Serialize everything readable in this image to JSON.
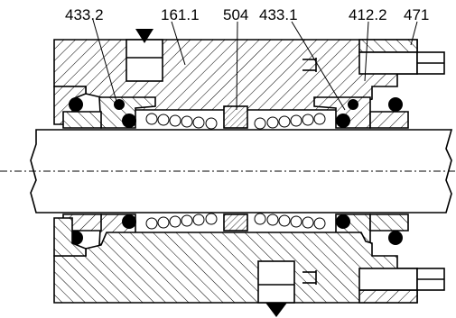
{
  "labels": {
    "l1": "433.2",
    "l2": "161.1",
    "l3": "504",
    "l4": "433.1",
    "l5": "412.2",
    "l6": "471"
  }
}
